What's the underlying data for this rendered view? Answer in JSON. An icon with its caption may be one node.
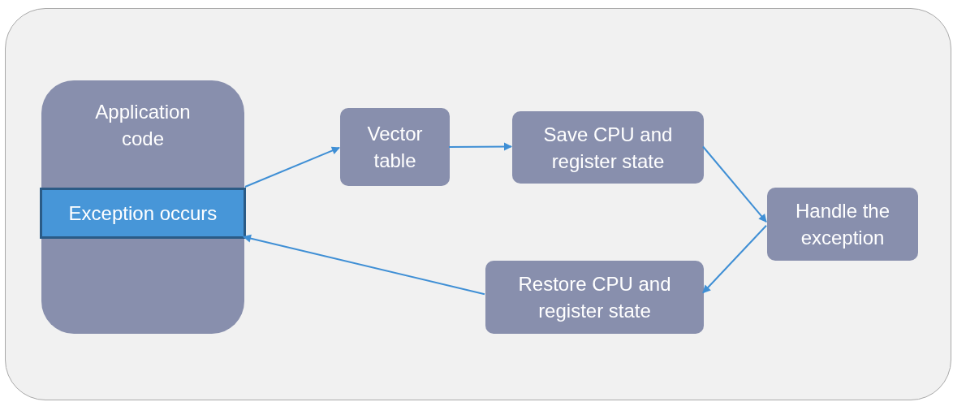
{
  "diagram": {
    "nodes": [
      {
        "text": [],
        "shape": "box"
      },
      {
        "text": [
          "Application code"
        ],
        "in": 0
      },
      {
        "text": [
          "Exception occurs"
        ],
        "in": 1
      },
      {
        "text": [
          "Vector table"
        ],
        "in": 0
      },
      {
        "text": [
          "Save CPU and register state"
        ],
        "in": 0
      },
      {
        "text": [
          "Handle the exception"
        ],
        "in": 0
      },
      {
        "text": [
          "Restore CPU and register state"
        ],
        "in": 0
      }
    ],
    "edges": [
      {
        "from": 2,
        "to": 3,
        "arrow": "to"
      },
      {
        "from": 3,
        "to": 4,
        "arrow": "to"
      },
      {
        "from": 4,
        "to": 5,
        "arrow": "to"
      },
      {
        "from": 5,
        "to": 6,
        "arrow": "to"
      },
      {
        "from": 6,
        "to": 1,
        "arrow": "to"
      }
    ]
  }
}
